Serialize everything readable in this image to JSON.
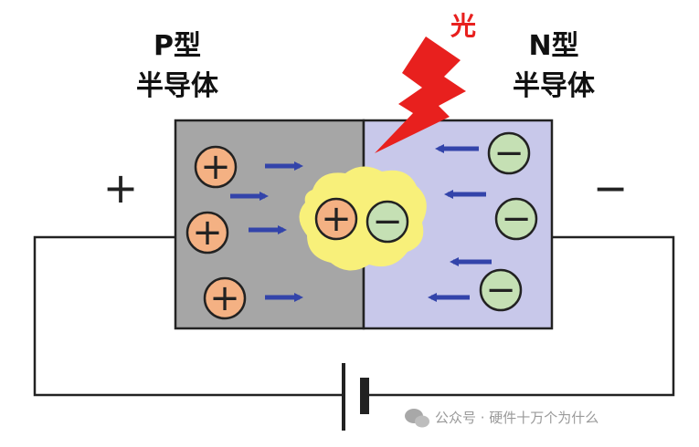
{
  "p_region": {
    "line1": "P型",
    "line2": "半导体",
    "fill": "#a6a6a6"
  },
  "n_region": {
    "line1": "N型",
    "line2": "半导体",
    "fill": "#c8c8ea"
  },
  "light": {
    "label": "光",
    "color": "#e8201e"
  },
  "terminals": {
    "positive": "+",
    "negative": "−"
  },
  "carriers": {
    "hole_symbol": "+",
    "electron_symbol": "−",
    "hole_fill": "#f4b183",
    "electron_fill": "#c5e0b4",
    "arrow_color": "#3344aa",
    "glow_color": "#f8f07a"
  },
  "watermark": {
    "text": "公众号 · 硬件十万个为什么"
  }
}
